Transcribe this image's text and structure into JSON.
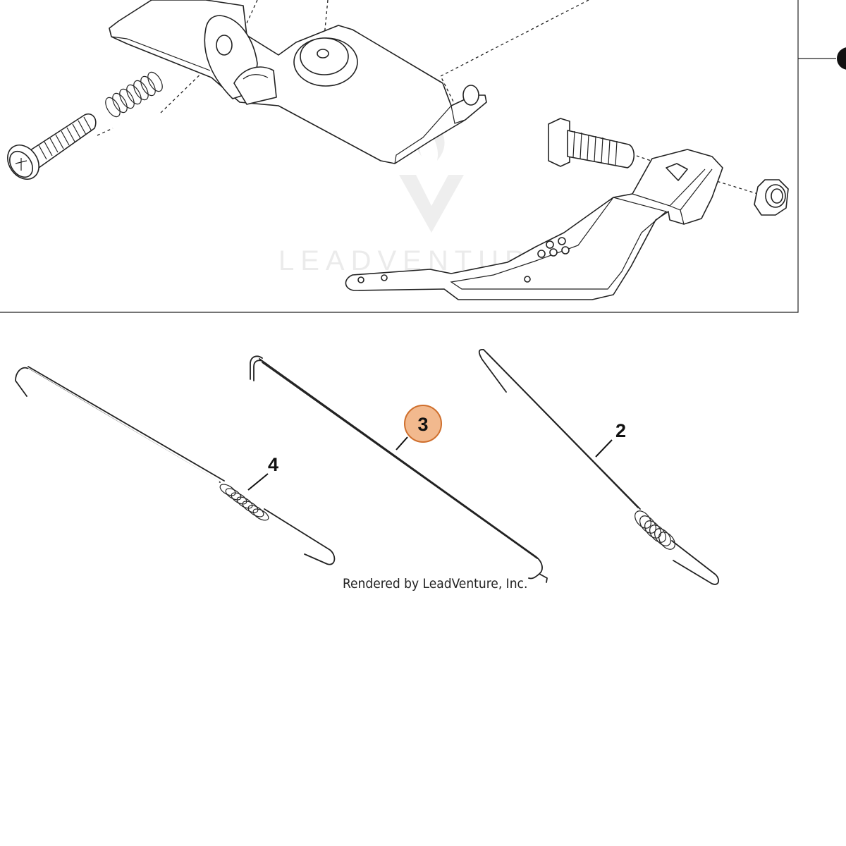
{
  "callouts": [
    {
      "id": "2",
      "label": "2",
      "highlighted": false
    },
    {
      "id": "3",
      "label": "3",
      "highlighted": true
    },
    {
      "id": "4",
      "label": "4",
      "highlighted": false
    }
  ],
  "credit": "Rendered by LeadVenture, Inc.",
  "watermark": "LEADVENTURE",
  "colors": {
    "line": "#222222",
    "highlight_fill": "#f2b98e",
    "highlight_stroke": "#cf6f2d",
    "watermark": "#e8e8e8",
    "background": "#ffffff"
  },
  "icons": [
    "screw",
    "compression-spring",
    "bracket",
    "t-bolt",
    "hex-nut",
    "control-lever",
    "extension-spring",
    "control-rod"
  ]
}
